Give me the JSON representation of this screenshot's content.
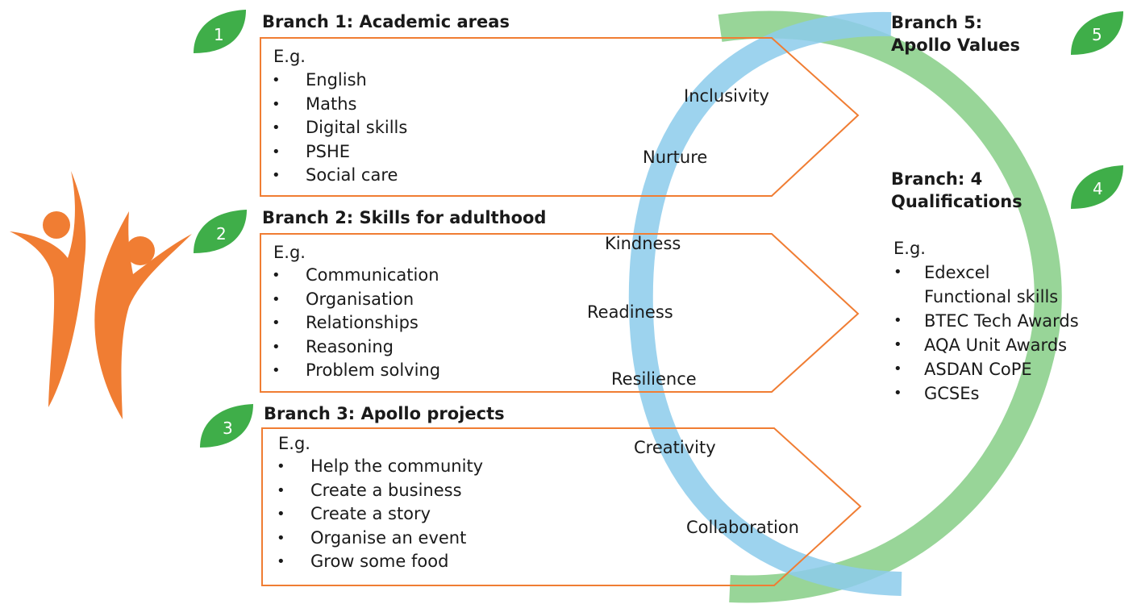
{
  "branch1": {
    "title": "Branch 1: Academic areas",
    "eg": "E.g.",
    "items": [
      "English",
      "Maths",
      "Digital skills",
      "PSHE",
      "Social care"
    ],
    "badge": "1"
  },
  "branch2": {
    "title": "Branch 2: Skills for adulthood",
    "eg": "E.g.",
    "items": [
      "Communication",
      "Organisation",
      "Relationships",
      "Reasoning",
      "Problem solving"
    ],
    "badge": "2"
  },
  "branch3": {
    "title": "Branch 3: Apollo projects",
    "eg": "E.g.",
    "items": [
      "Help the community",
      "Create a business",
      "Create a story",
      "Organise an event",
      "Grow some food"
    ],
    "badge": "3"
  },
  "branch4": {
    "title_line1": "Branch: 4",
    "title_line2": "Qualifications",
    "eg": "E.g.",
    "items": [
      "Edexcel",
      "Functional skills",
      "BTEC Tech Awards",
      "AQA Unit Awards",
      "ASDAN CoPE",
      "GCSEs"
    ],
    "badge": "4"
  },
  "branch5": {
    "title_line1": "Branch 5:",
    "title_line2": "Apollo Values",
    "badge": "5"
  },
  "values": [
    "Inclusivity",
    "Nurture",
    "Kindness",
    "Readiness",
    "Resilience",
    "Creativity",
    "Collaboration"
  ],
  "colors": {
    "orange": "#f07d33",
    "leaf_green": "#3fae49",
    "ring_green": "#8fd18f",
    "ring_blue": "#8ccbeb"
  },
  "icons": {
    "logo": "orange-figures-logo",
    "badge": "green-leaf-icon"
  }
}
